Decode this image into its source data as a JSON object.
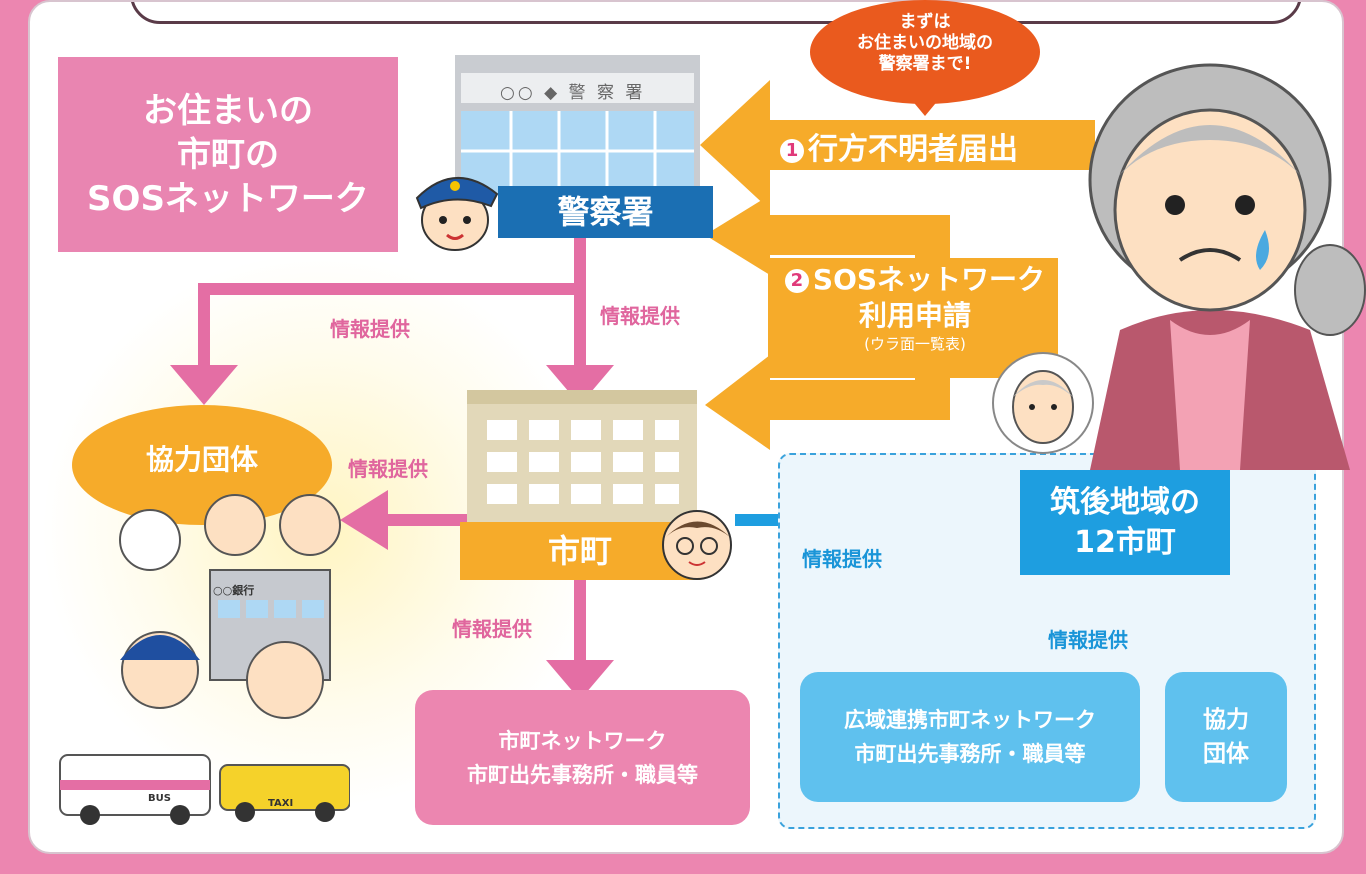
{
  "title": "お住まいの\n市町の\nSOSネットワーク",
  "speech_bubble": "まずは\nお住まいの地域の\n警察署まで!",
  "police_sign": "○○ ◆ 警 察 署",
  "police_label": "警察署",
  "step1": {
    "number": "1",
    "label": "行方不明者届出"
  },
  "step2": {
    "number": "2",
    "label_line1": "SOSネットワーク",
    "label_line2": "利用申請",
    "note": "(ウラ面一覧表)"
  },
  "info_label": "情報提供",
  "cooperating_org": "協力団体",
  "city_label": "市町",
  "city_network_line1": "市町ネットワーク",
  "city_network_line2": "市町出先事務所・職員等",
  "chikugo_line1": "筑後地域の",
  "chikugo_line2": "12市町",
  "wide_network_line1": "広域連携市町ネットワーク",
  "wide_network_line2": "市町出先事務所・職員等",
  "cooperating_org_short_line1": "協力",
  "cooperating_org_short_line2": "団体",
  "bank_sign": "○○銀行",
  "bus_sign": "BUS",
  "taxi_sign": "TAXI",
  "colors": {
    "pink": "#e985b1",
    "orange": "#f6ab2a",
    "blue": "#1e9ee0",
    "police_blue": "#1b6fb3",
    "light_blue": "#5fc1ee",
    "red_bubble": "#ea5a1e"
  }
}
